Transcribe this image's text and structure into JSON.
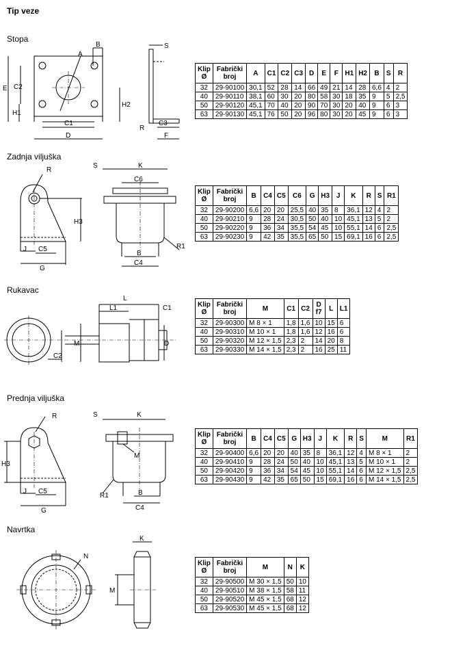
{
  "page_title": "Tip veze",
  "sections": {
    "stopa": {
      "title": "Stopa",
      "labels": {
        "A": "A",
        "B": "B",
        "C2": "C2",
        "E": "E",
        "H1": "H1",
        "H2": "H2",
        "C1": "C1",
        "D": "D",
        "S": "S",
        "R": "R",
        "C3": "C3",
        "F": "F"
      },
      "table": {
        "headers": [
          "Klip Ø",
          "Fabrički broj",
          "A",
          "C1",
          "C2",
          "C3",
          "D",
          "E",
          "F",
          "H1",
          "H2",
          "B",
          "S",
          "R"
        ],
        "rows": [
          [
            "32",
            "29-90100",
            "30,1",
            "52",
            "28",
            "14",
            "66",
            "49",
            "21",
            "14",
            "28",
            "6,6",
            "4",
            "2"
          ],
          [
            "40",
            "29-90110",
            "38,1",
            "60",
            "30",
            "20",
            "80",
            "58",
            "30",
            "18",
            "35",
            "9",
            "5",
            "2,5"
          ],
          [
            "50",
            "29-90120",
            "45,1",
            "70",
            "40",
            "20",
            "90",
            "70",
            "30",
            "20",
            "40",
            "9",
            "6",
            "3"
          ],
          [
            "63",
            "29-90130",
            "45,1",
            "76",
            "50",
            "20",
            "96",
            "80",
            "30",
            "20",
            "45",
            "9",
            "6",
            "3"
          ]
        ]
      }
    },
    "zadnja": {
      "title": "Zadnja viljuška",
      "labels": {
        "R": "R",
        "H3": "H3",
        "J": "J",
        "C5": "C5",
        "G": "G",
        "S": "S",
        "K": "K",
        "C6": "C6",
        "B": "B",
        "C4": "C4",
        "R1": "R1"
      },
      "table": {
        "headers": [
          "Klip Ø",
          "Fabrički broj",
          "B",
          "C4",
          "C5",
          "C6",
          "G",
          "H3",
          "J",
          "K",
          "R",
          "S",
          "R1"
        ],
        "rows": [
          [
            "32",
            "29-90200",
            "6,6",
            "20",
            "20",
            "25,5",
            "40",
            "35",
            "8",
            "36,1",
            "12",
            "4",
            "2"
          ],
          [
            "40",
            "29-90210",
            "9",
            "28",
            "24",
            "30,5",
            "50",
            "40",
            "10",
            "45,1",
            "13",
            "5",
            "2"
          ],
          [
            "50",
            "29-90220",
            "9",
            "36",
            "34",
            "35,5",
            "54",
            "45",
            "10",
            "55,1",
            "14",
            "6",
            "2,5"
          ],
          [
            "63",
            "29-90230",
            "9",
            "42",
            "35",
            "35,5",
            "65",
            "50",
            "15",
            "69,1",
            "16",
            "6",
            "2,5"
          ]
        ]
      }
    },
    "rukavac": {
      "title": "Rukavac",
      "labels": {
        "L": "L",
        "L1": "L1",
        "C1": "C1",
        "M": "M",
        "D": "D",
        "C2": "C2"
      },
      "table": {
        "headers": [
          "Klip Ø",
          "Fabrički broj",
          "M",
          "C1",
          "C2",
          "D f7",
          "L",
          "L1"
        ],
        "rows": [
          [
            "32",
            "29-90300",
            "M 8 × 1",
            "1,8",
            "1,6",
            "10",
            "15",
            "6"
          ],
          [
            "40",
            "29-90310",
            "M 10 × 1",
            "1,8",
            "1,6",
            "12",
            "16",
            "6"
          ],
          [
            "50",
            "29-90320",
            "M 12 × 1,5",
            "2,3",
            "2",
            "14",
            "20",
            "8"
          ],
          [
            "63",
            "29-90330",
            "M 14 × 1,5",
            "2,3",
            "2",
            "16",
            "25",
            "11"
          ]
        ]
      }
    },
    "prednja": {
      "title": "Prednja viljuška",
      "labels": {
        "R": "R",
        "H3": "H3",
        "J": "J",
        "C5": "C5",
        "G": "G",
        "S": "S",
        "K": "K",
        "M": "M",
        "R1": "R1",
        "B": "B",
        "C4": "C4"
      },
      "table": {
        "headers": [
          "Klip Ø",
          "Fabrički broj",
          "B",
          "C4",
          "C5",
          "G",
          "H3",
          "J",
          "K",
          "R",
          "S",
          "M",
          "R1"
        ],
        "rows": [
          [
            "32",
            "29-90400",
            "6,6",
            "20",
            "20",
            "40",
            "35",
            "8",
            "36,1",
            "12",
            "4",
            "M 8 × 1",
            "2"
          ],
          [
            "40",
            "29-90410",
            "9",
            "28",
            "24",
            "50",
            "40",
            "10",
            "45,1",
            "13",
            "5",
            "M 10 × 1",
            "2"
          ],
          [
            "50",
            "29-90420",
            "9",
            "36",
            "34",
            "54",
            "45",
            "10",
            "55,1",
            "14",
            "6",
            "M 12 × 1,5",
            "2,5"
          ],
          [
            "63",
            "29-90430",
            "9",
            "42",
            "35",
            "65",
            "50",
            "15",
            "69,1",
            "16",
            "6",
            "M 14 × 1,5",
            "2,5"
          ]
        ]
      }
    },
    "navrtka": {
      "title": "Navrtka",
      "labels": {
        "N": "N",
        "K": "K",
        "M": "M"
      },
      "table": {
        "headers": [
          "Klip Ø",
          "Fabrički broj",
          "M",
          "N",
          "K"
        ],
        "rows": [
          [
            "32",
            "29-90500",
            "M 30 × 1,5",
            "50",
            "10"
          ],
          [
            "40",
            "29-90510",
            "M 38 × 1,5",
            "58",
            "11"
          ],
          [
            "50",
            "29-90520",
            "M 45 × 1,5",
            "68",
            "12"
          ],
          [
            "63",
            "29-90530",
            "M 45 × 1,5",
            "68",
            "12"
          ]
        ]
      }
    }
  }
}
